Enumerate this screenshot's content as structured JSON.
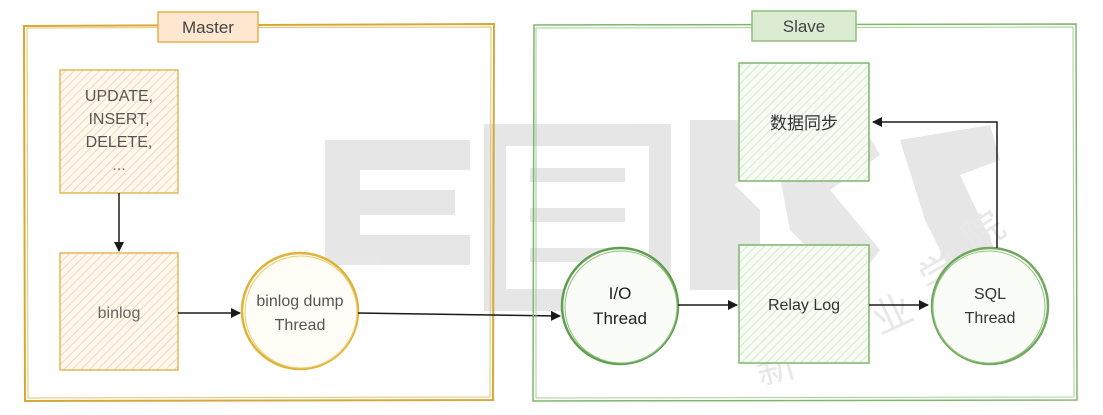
{
  "master": {
    "title": "Master",
    "sql_lines": [
      "UPDATE,",
      "INSERT,",
      "DELETE,",
      "..."
    ],
    "binlog": "binlog",
    "dump_thread": [
      "binlog dump",
      "Thread"
    ]
  },
  "slave": {
    "title": "Slave",
    "data_sync": "数据同步",
    "io_thread": [
      "I/O",
      "Thread"
    ],
    "relay_log": "Relay Log",
    "sql_thread": [
      "SQL",
      "Thread"
    ]
  },
  "colors": {
    "master_stroke": "#d6a83a",
    "master_fill": "#fbe3c3",
    "master_label_fill": "#fde7d0",
    "slave_stroke": "#7fb66c",
    "slave_fill": "#e2efdc",
    "slave_label_fill": "#dcecd3",
    "arrow": "#1a1a1a",
    "watermark": "#d9d9d9"
  }
}
